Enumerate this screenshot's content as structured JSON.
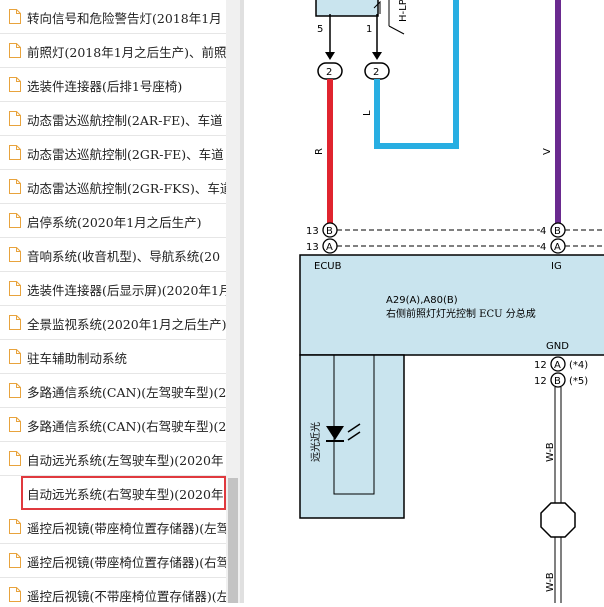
{
  "sidebar": {
    "items": [
      {
        "label": "转向信号和危险警告灯(2018年1月",
        "selected": false
      },
      {
        "label": "前照灯(2018年1月之后生产)、前照",
        "selected": false
      },
      {
        "label": "选装件连接器(后排1号座椅)",
        "selected": false
      },
      {
        "label": "动态雷达巡航控制(2AR-FE)、车道",
        "selected": false
      },
      {
        "label": "动态雷达巡航控制(2GR-FE)、车道",
        "selected": false
      },
      {
        "label": "动态雷达巡航控制(2GR-FKS)、车道",
        "selected": false
      },
      {
        "label": "启停系统(2020年1月之后生产)",
        "selected": false
      },
      {
        "label": "音响系统(收音机型)、导航系统(20",
        "selected": false
      },
      {
        "label": "选装件连接器(后显示屏)(2020年1月",
        "selected": false
      },
      {
        "label": "全景监视系统(2020年1月之后生产)",
        "selected": false
      },
      {
        "label": "驻车辅助制动系统",
        "selected": false
      },
      {
        "label": "多路通信系统(CAN)(左驾驶车型)(2",
        "selected": false
      },
      {
        "label": "多路通信系统(CAN)(右驾驶车型)(2",
        "selected": false
      },
      {
        "label": "自动远光系统(左驾驶车型)(2020年",
        "selected": false
      },
      {
        "label": "自动远光系统(右驾驶车型)(2020年",
        "selected": true
      },
      {
        "label": "遥控后视镜(带座椅位置存储器)(左驾",
        "selected": false
      },
      {
        "label": "遥控后视镜(带座椅位置存储器)(右驾",
        "selected": false
      },
      {
        "label": "遥控后视镜(不带座椅位置存储器)(左",
        "selected": false
      }
    ]
  },
  "diagram": {
    "top_connector_label": "H-LP",
    "pin_5": "5",
    "pin_1": "1",
    "junction_2a": "2",
    "junction_2b": "2",
    "wire_r": "R",
    "wire_l": "L",
    "wire_v": "V",
    "pin_13_b": "13",
    "pin_13_a": "13",
    "conn_b1": "B",
    "conn_a1": "A",
    "pin_4_b": "4",
    "pin_4_a": "4",
    "conn_b2": "B",
    "conn_a2": "A",
    "ecub_label": "ECUB",
    "ig_label": "IG",
    "ecu_code": "A29(A),A80(B)",
    "ecu_name": "右侧前照灯灯光控制 ECU 分总成",
    "gnd_label": "GND",
    "pin_12_a": "12",
    "pin_12_b": "12",
    "conn_a3": "A",
    "conn_b3": "B",
    "note_4": "(*4)",
    "note_5": "(*5)",
    "led_label": "远光近光",
    "wire_wb1": "W-B",
    "wire_wb2": "W-B"
  },
  "colors": {
    "red_wire": "#e0242f",
    "blue_wire": "#28aee2",
    "purple_wire": "#6a2a8f",
    "ecu_fill": "#c9e4ee",
    "selection_border": "#e0393e"
  }
}
